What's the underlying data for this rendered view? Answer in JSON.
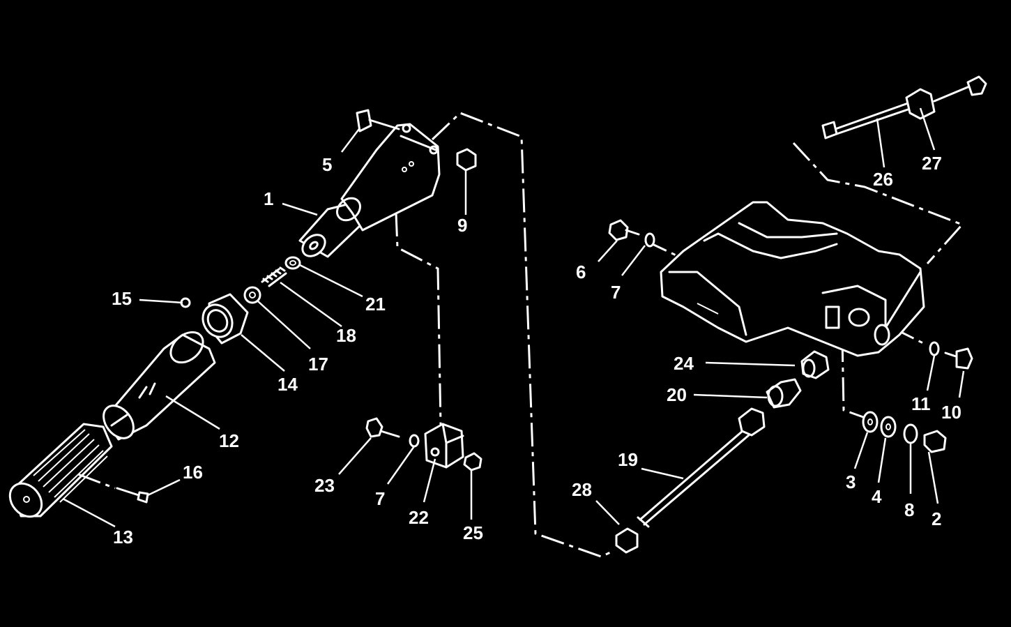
{
  "callouts": [
    {
      "id": "1",
      "text": "1"
    },
    {
      "id": "2",
      "text": "2"
    },
    {
      "id": "3",
      "text": "3"
    },
    {
      "id": "4",
      "text": "4"
    },
    {
      "id": "5",
      "text": "5"
    },
    {
      "id": "6",
      "text": "6"
    },
    {
      "id": "7a",
      "text": "7"
    },
    {
      "id": "7b",
      "text": "7"
    },
    {
      "id": "8",
      "text": "8"
    },
    {
      "id": "9",
      "text": "9"
    },
    {
      "id": "10",
      "text": "10"
    },
    {
      "id": "11",
      "text": "11"
    },
    {
      "id": "12",
      "text": "12"
    },
    {
      "id": "13",
      "text": "13"
    },
    {
      "id": "14",
      "text": "14"
    },
    {
      "id": "15",
      "text": "15"
    },
    {
      "id": "16",
      "text": "16"
    },
    {
      "id": "17",
      "text": "17"
    },
    {
      "id": "18",
      "text": "18"
    },
    {
      "id": "19",
      "text": "19"
    },
    {
      "id": "20",
      "text": "20"
    },
    {
      "id": "21",
      "text": "21"
    },
    {
      "id": "22",
      "text": "22"
    },
    {
      "id": "23",
      "text": "23"
    },
    {
      "id": "24",
      "text": "24"
    },
    {
      "id": "25",
      "text": "25"
    },
    {
      "id": "26",
      "text": "26"
    },
    {
      "id": "27",
      "text": "27"
    },
    {
      "id": "28",
      "text": "28"
    }
  ],
  "colors": {
    "background": "#000000",
    "line": "#ffffff"
  }
}
